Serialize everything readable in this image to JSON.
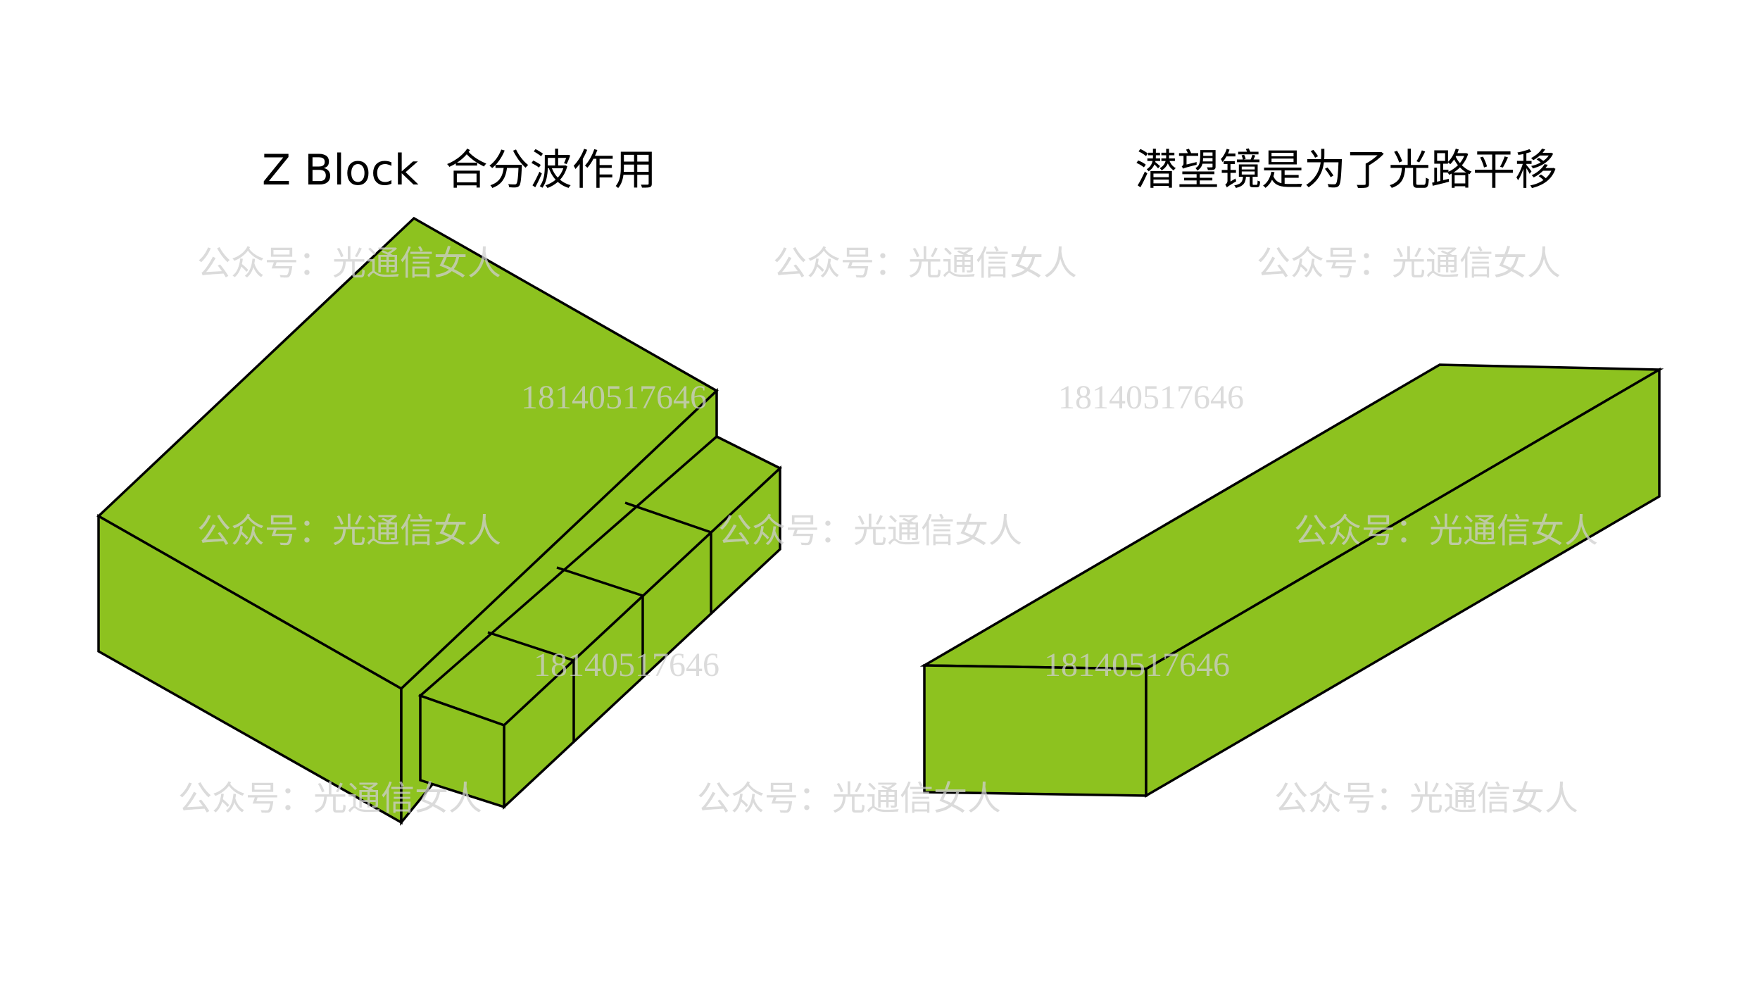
{
  "titles": {
    "left": "Z Block  合分波作用",
    "right": "潜望镜是为了光路平移"
  },
  "watermark": {
    "account": "公众号：光通信女人",
    "phone": "18140517646"
  },
  "colors": {
    "block_fill": "#8dc21f",
    "outline": "#000000",
    "watermark": "#cfcfcf"
  }
}
